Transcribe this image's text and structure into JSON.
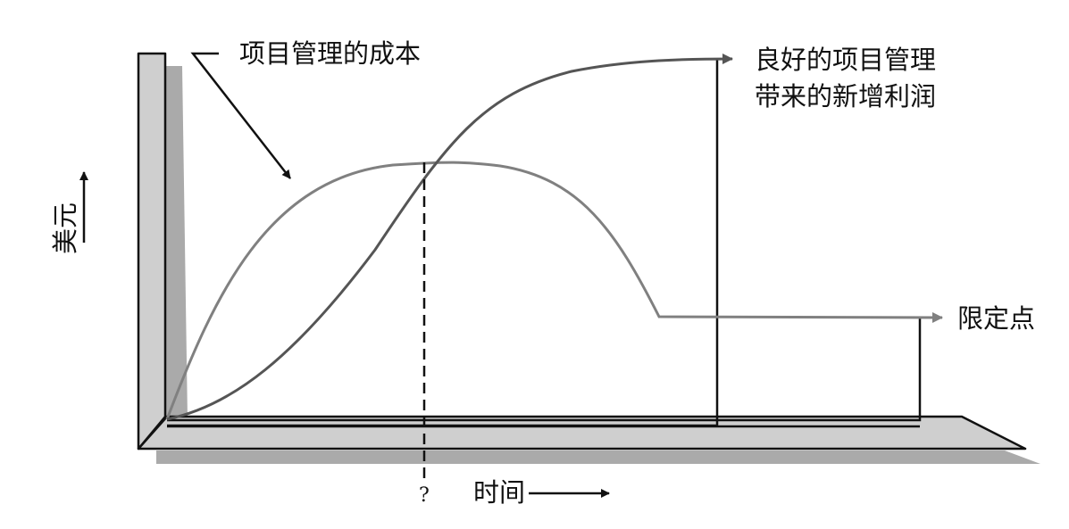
{
  "labels": {
    "cost": "项目管理的成本",
    "profit_line1": "良好的项目管理",
    "profit_line2": "带来的新增利润",
    "limit": "限定点",
    "y_axis": "美元",
    "x_axis": "时间",
    "question": "?"
  },
  "colors": {
    "frame_shade": "#aaaaaa",
    "frame_face": "#cfcfcf",
    "outline": "#111111",
    "cost_curve": "#808080",
    "profit_curve": "#555555"
  }
}
